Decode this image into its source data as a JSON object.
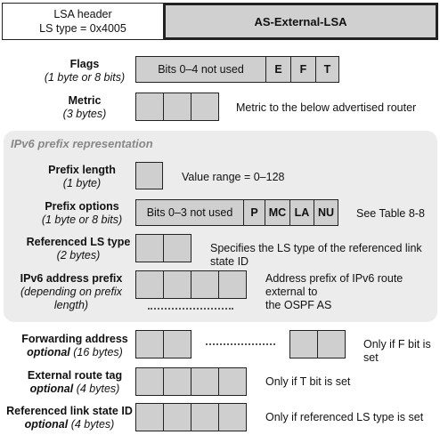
{
  "header": {
    "left_line1": "LSA header",
    "left_line2": "LS type = 0x4005",
    "right": "AS-External-LSA"
  },
  "panel_title": "IPv6 prefix representation",
  "rows": {
    "flags": {
      "name": "Flags",
      "size": "(1 byte or 8 bits)",
      "bits_label": "Bits 0–4 not used",
      "bits": [
        "E",
        "F",
        "T"
      ]
    },
    "metric": {
      "name": "Metric",
      "size": "(3 bytes)",
      "desc": "Metric to the below advertised router"
    },
    "prefix_length": {
      "name": "Prefix length",
      "size": "(1 byte)",
      "desc": "Value range = 0–128"
    },
    "prefix_options": {
      "name": "Prefix options",
      "size": "(1 byte or 8 bits)",
      "bits_label": "Bits 0–3 not used",
      "bits": [
        "P",
        "MC",
        "LA",
        "NU"
      ],
      "desc": "See Table 8-8"
    },
    "ref_ls_type": {
      "name": "Referenced LS type",
      "size": "(2 bytes)",
      "desc": "Specifies the LS type of the referenced link state ID"
    },
    "ipv6_prefix": {
      "name": "IPv6 address prefix",
      "size": "(depending on prefix length)",
      "desc_line1": "Address prefix of IPv6 route external to",
      "desc_line2": "the OSPF AS"
    },
    "forwarding": {
      "name": "Forwarding address",
      "size_bold": "optional",
      "size": "(16 bytes)",
      "desc": "Only if F bit is set"
    },
    "route_tag": {
      "name": "External route tag",
      "size_bold": "optional",
      "size": "(4 bytes)",
      "desc": "Only if T bit is set"
    },
    "ref_link_state": {
      "name": "Referenced link state ID",
      "size_bold": "optional",
      "size": "(4 bytes)",
      "desc": "Only if referenced LS type is set"
    }
  }
}
